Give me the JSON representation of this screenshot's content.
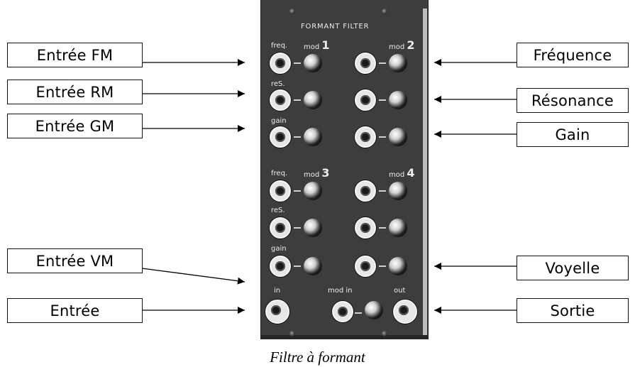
{
  "left_labels": [
    "Entrée FM",
    "Entrée RM",
    "Entrée GM",
    "Entrée VM",
    "Entrée"
  ],
  "right_labels": [
    "Fréquence",
    "Résonance",
    "Gain",
    "Voyelle",
    "Sortie"
  ],
  "panel": {
    "title": "FORMANT FILTER",
    "freq": "freq.",
    "res": "reS.",
    "gain": "gain",
    "mod": "mod",
    "mod_numbers": [
      "1",
      "2",
      "3",
      "4"
    ],
    "in": "in",
    "mod_in": "mod in",
    "out": "out"
  },
  "caption": "Filtre à formant"
}
